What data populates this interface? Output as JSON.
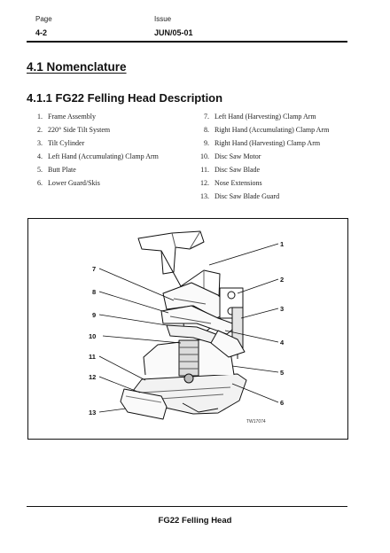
{
  "header": {
    "page_label": "Page",
    "page_value": "4-2",
    "issue_label": "Issue",
    "issue_value": "JUN/05-01"
  },
  "section": {
    "heading": "4.1 Nomenclature",
    "subheading": "4.1.1  FG22 Felling Head Description"
  },
  "components_left": [
    {
      "num": "1.",
      "label": "Frame Assembly"
    },
    {
      "num": "2.",
      "label": "220° Side Tilt System"
    },
    {
      "num": "3.",
      "label": "Tilt Cylinder"
    },
    {
      "num": "4.",
      "label": "Left Hand (Accumulating) Clamp Arm"
    },
    {
      "num": "5.",
      "label": "Butt Plate"
    },
    {
      "num": "6.",
      "label": "Lower Guard/Skis"
    }
  ],
  "components_right": [
    {
      "num": "7.",
      "label": "Left Hand (Harvesting) Clamp Arm"
    },
    {
      "num": "8.",
      "label": "Right Hand (Accumulating) Clamp Arm"
    },
    {
      "num": "9.",
      "label": "Right Hand (Harvesting) Clamp Arm"
    },
    {
      "num": "10.",
      "label": "Disc Saw Motor"
    },
    {
      "num": "11.",
      "label": "Disc Saw Blade"
    },
    {
      "num": "12.",
      "label": "Nose Extensions"
    },
    {
      "num": "13.",
      "label": "Disc Saw Blade Guard"
    }
  ],
  "figure": {
    "callouts_right": [
      "1",
      "2",
      "3",
      "4",
      "5",
      "6"
    ],
    "callouts_left": [
      "7",
      "8",
      "9",
      "10",
      "11",
      "12",
      "13"
    ],
    "figure_id": "TW17074"
  },
  "footer": {
    "title": "FG22 Felling Head"
  }
}
